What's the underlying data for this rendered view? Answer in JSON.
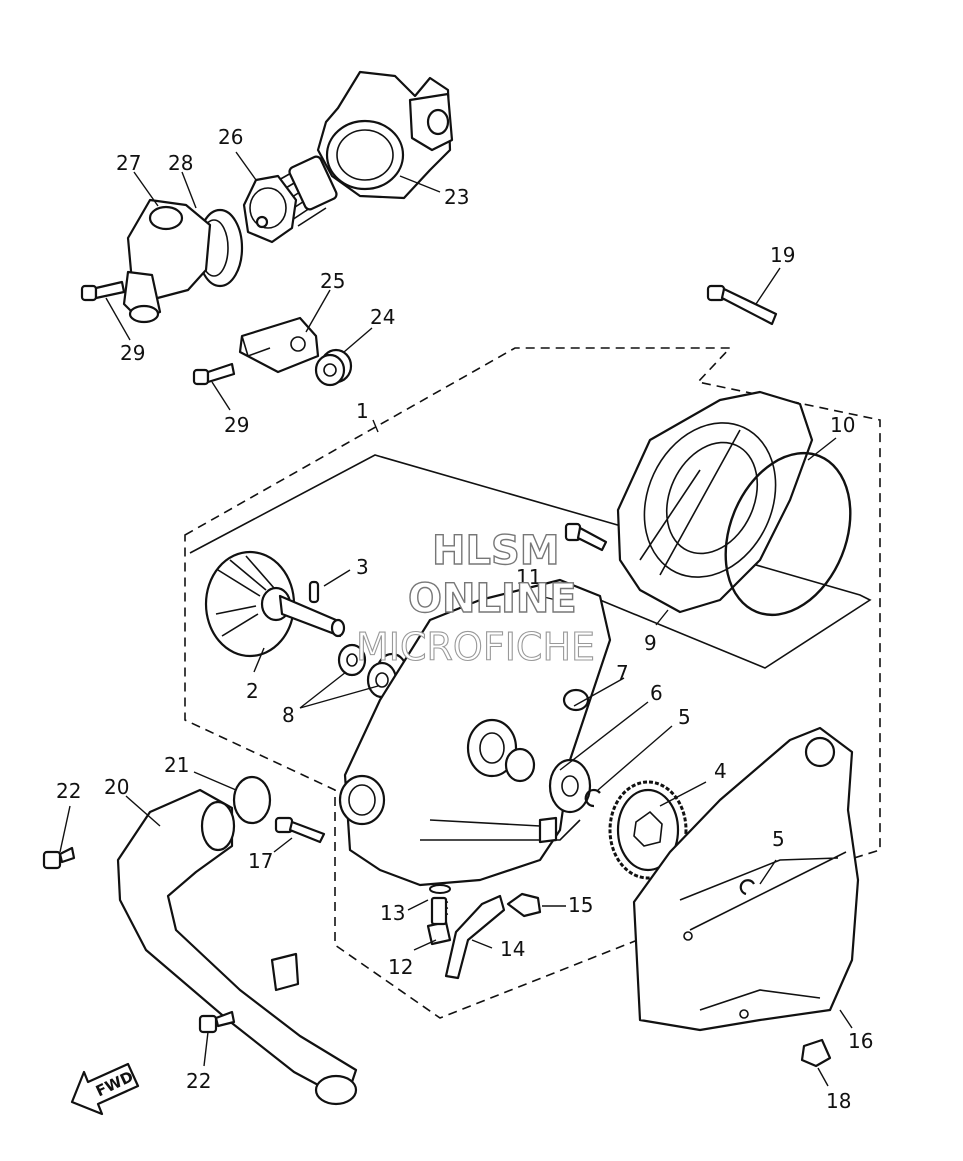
{
  "watermark": {
    "line1": "HLSM",
    "line2": "ONLINE",
    "line3": "MICROFICHE"
  },
  "direction_arrow": {
    "text": "FWD"
  },
  "callouts": [
    "1",
    "2",
    "3",
    "4",
    "5",
    "5",
    "6",
    "7",
    "8",
    "9",
    "10",
    "11",
    "12",
    "13",
    "14",
    "15",
    "16",
    "17",
    "18",
    "19",
    "20",
    "21",
    "22",
    "22",
    "23",
    "24",
    "25",
    "26",
    "27",
    "28",
    "29",
    "29"
  ]
}
